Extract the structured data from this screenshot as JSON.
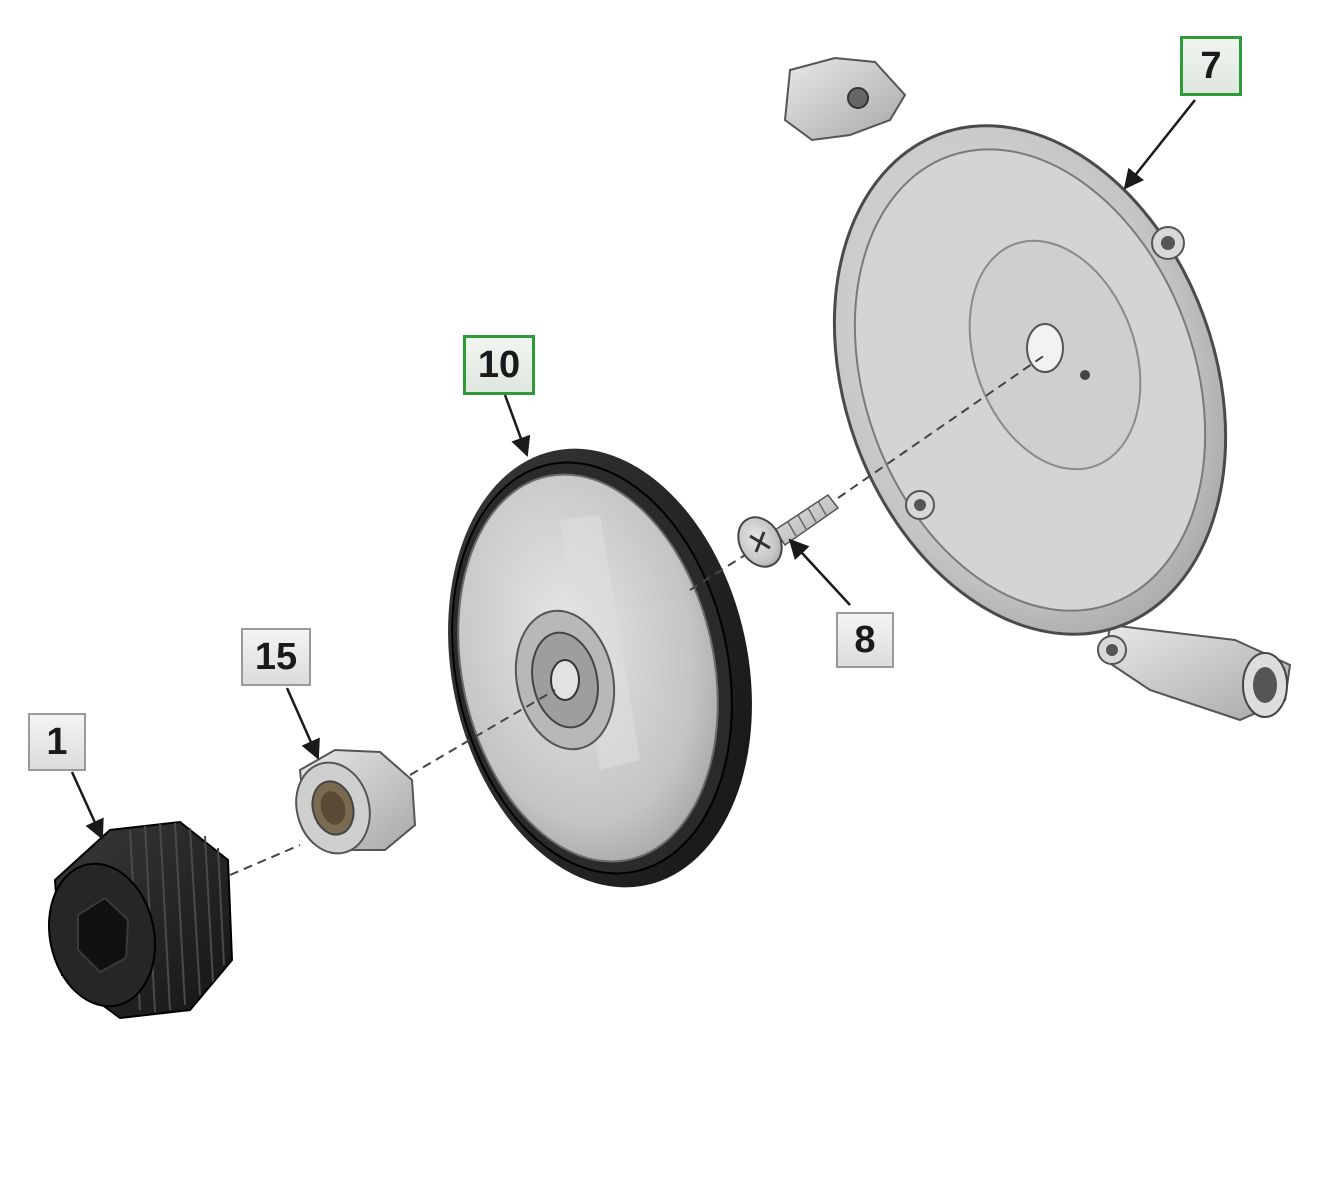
{
  "diagram": {
    "callouts": [
      {
        "id": "c7",
        "label": "7",
        "highlight": true
      },
      {
        "id": "c10",
        "label": "10",
        "highlight": true
      },
      {
        "id": "c8",
        "label": "8",
        "highlight": false
      },
      {
        "id": "c15",
        "label": "15",
        "highlight": false
      },
      {
        "id": "c1",
        "label": "1",
        "highlight": false
      }
    ],
    "colors": {
      "highlight_border": "#2f9a3a",
      "normal_border": "#9a9a9a",
      "metal": "#c8c8c8",
      "rubber": "#1e1e1e"
    }
  }
}
